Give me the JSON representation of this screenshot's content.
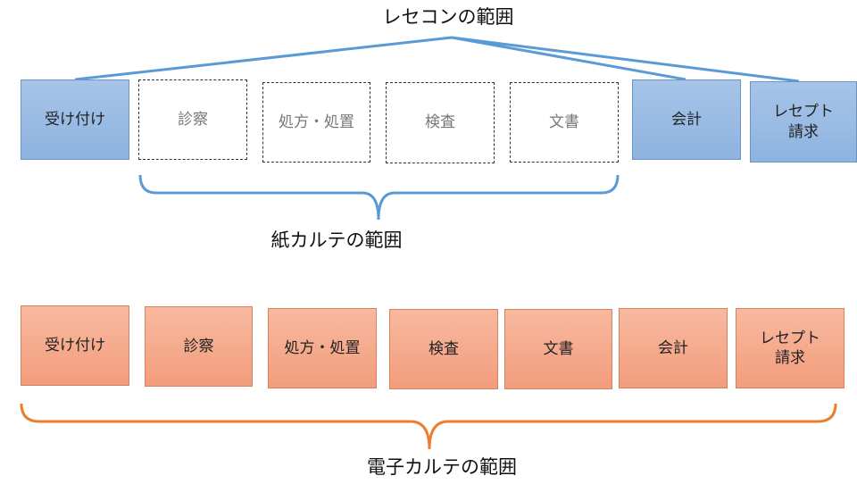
{
  "receipt_scope": {
    "label": "レセコンの範囲",
    "color": "#5b9bd5",
    "boxes": [
      {
        "label": "受け付け",
        "style": "filled"
      },
      {
        "label": "診察",
        "style": "dashed"
      },
      {
        "label": "処方・処置",
        "style": "dashed"
      },
      {
        "label": "検査",
        "style": "dashed"
      },
      {
        "label": "文書",
        "style": "dashed"
      },
      {
        "label": "会計",
        "style": "filled"
      },
      {
        "label": "レセプト\n請求",
        "style": "filled"
      }
    ]
  },
  "paper_scope": {
    "label": "紙カルテの範囲",
    "color": "#5b9bd5"
  },
  "electronic_scope": {
    "label": "電子カルテの範囲",
    "color": "#ed7d31",
    "boxes": [
      {
        "label": "受け付け"
      },
      {
        "label": "診察"
      },
      {
        "label": "処方・処置"
      },
      {
        "label": "検査"
      },
      {
        "label": "文書"
      },
      {
        "label": "会計"
      },
      {
        "label": "レセプト\n請求"
      }
    ]
  }
}
